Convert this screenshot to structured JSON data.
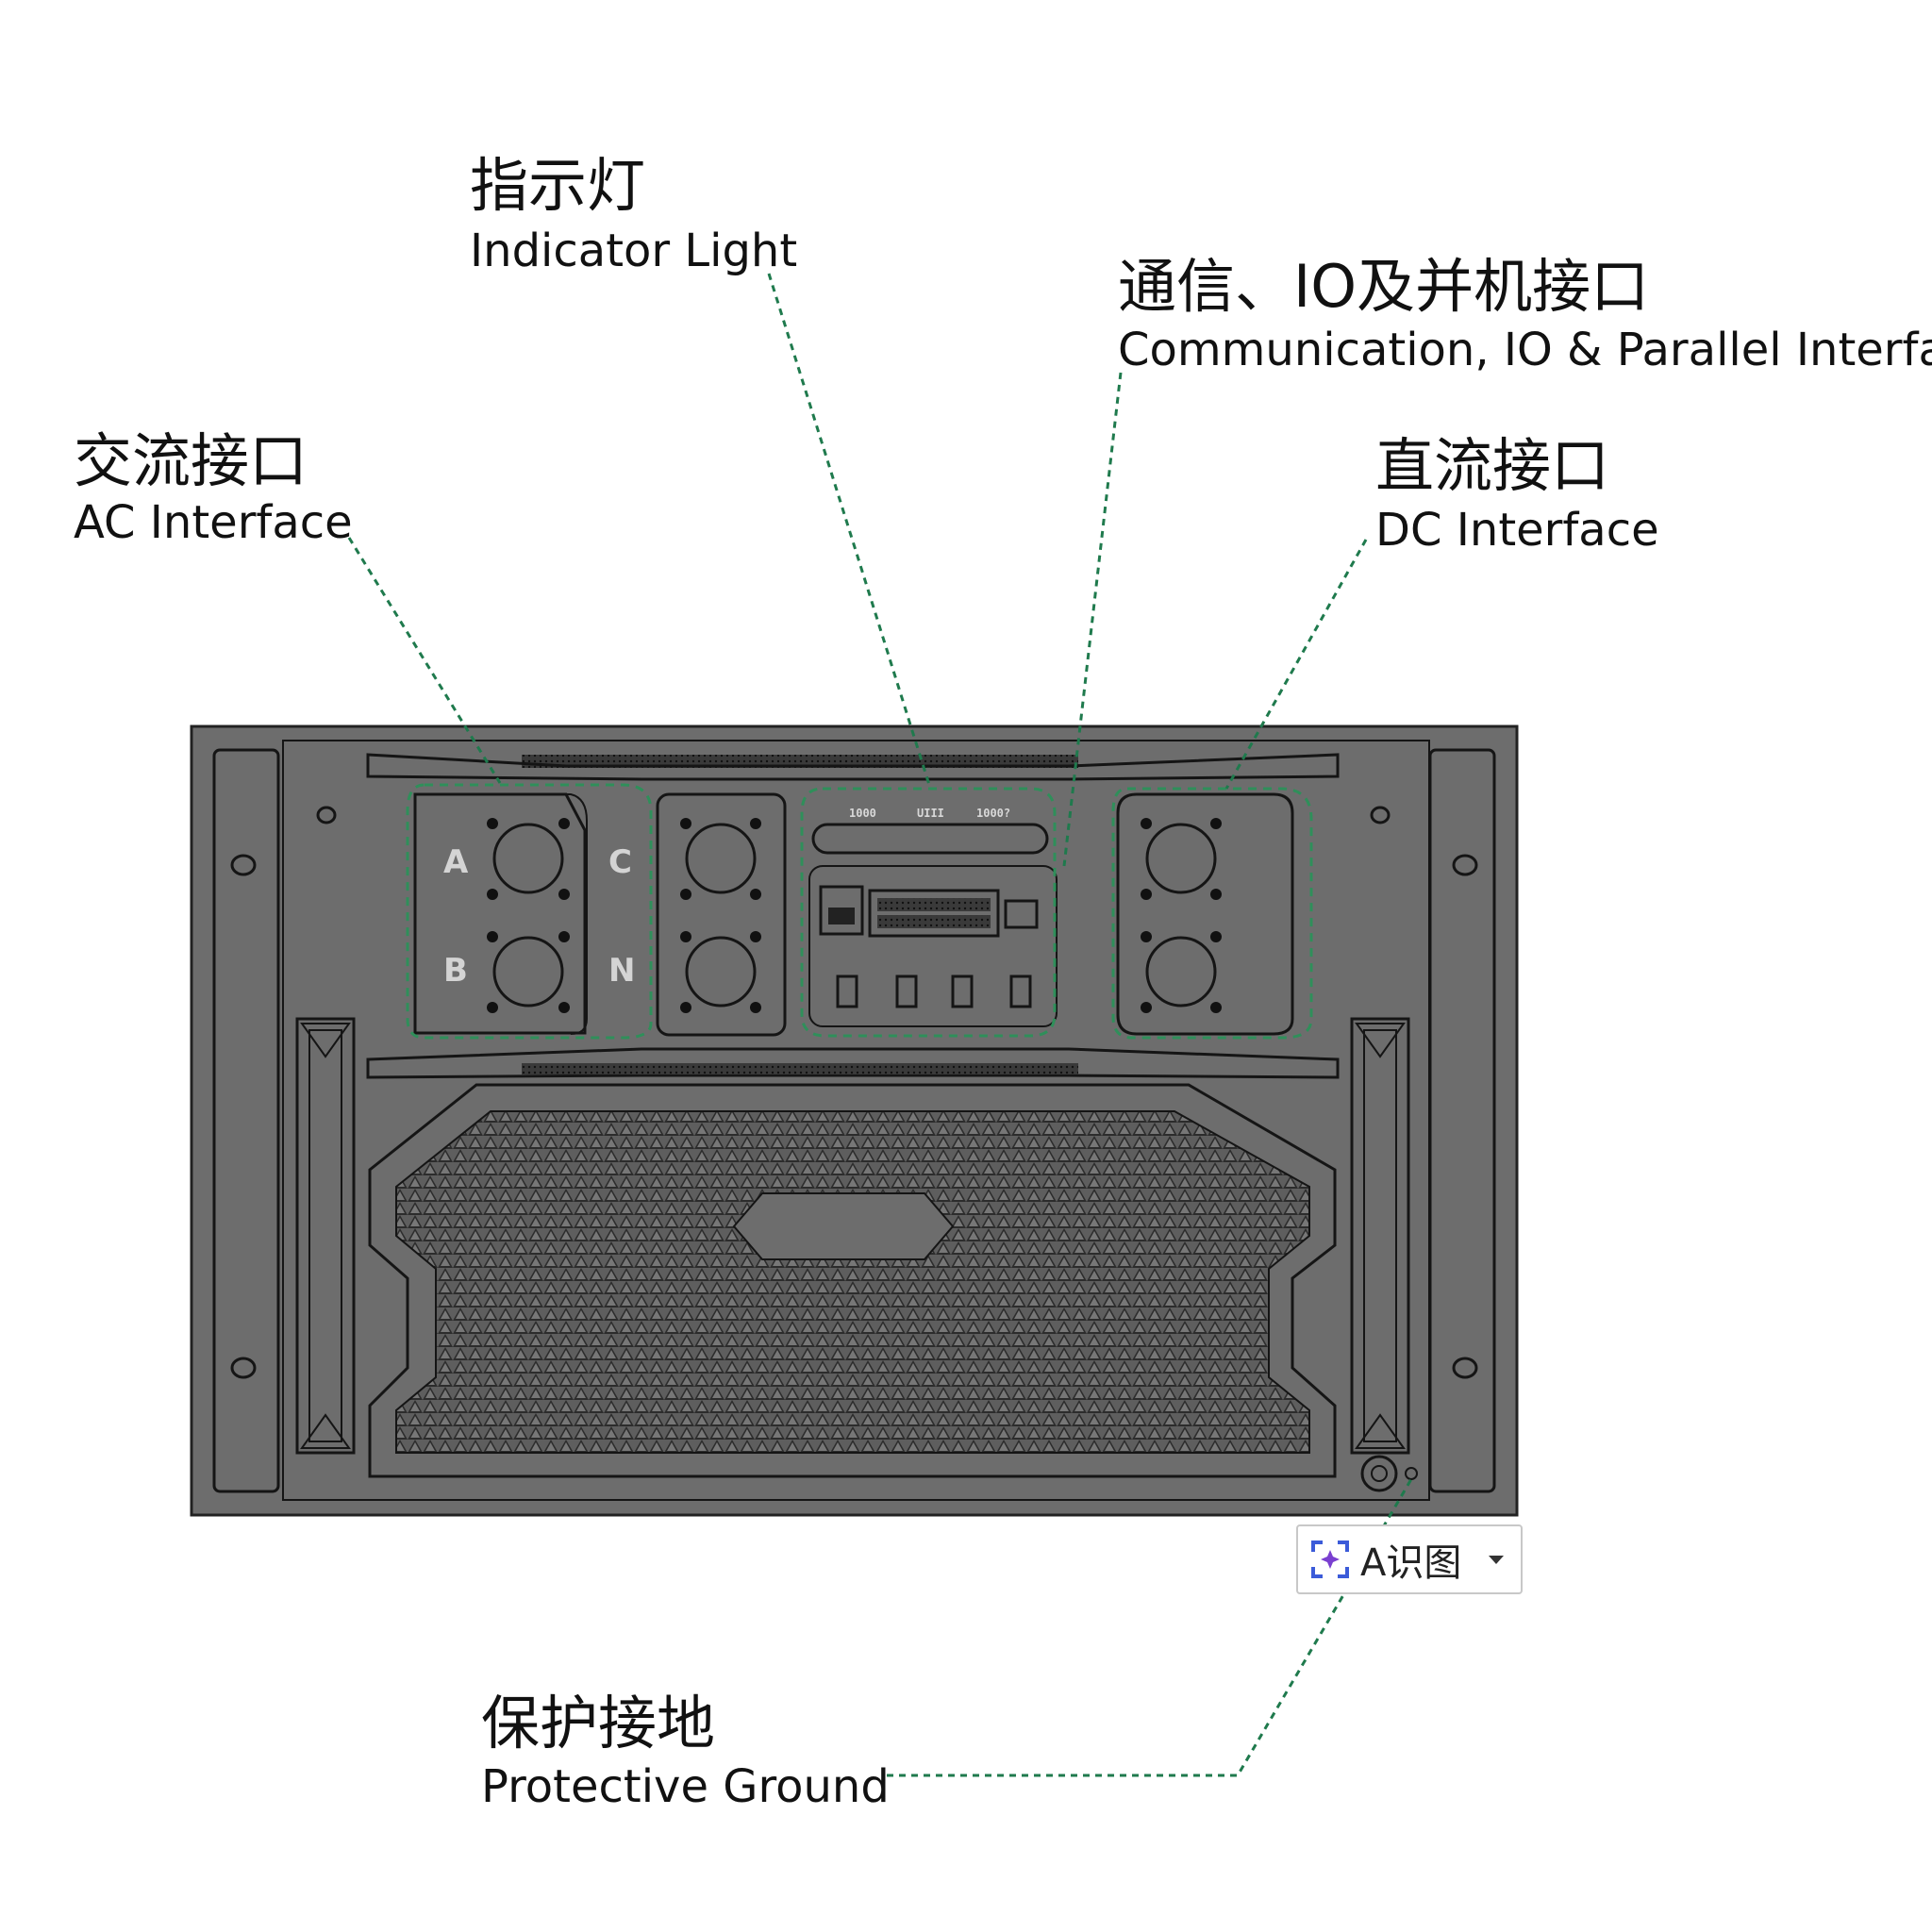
{
  "callouts": {
    "indicator": {
      "cn": "指示灯",
      "en": "Indicator Light"
    },
    "comm": {
      "cn": "通信、IO及并机接口",
      "en": "Communication, IO & Parallel Interface"
    },
    "ac": {
      "cn": "交流接口",
      "en": "AC Interface"
    },
    "dc": {
      "cn": "直流接口",
      "en": "DC Interface"
    },
    "ground": {
      "cn": "保护接地",
      "en": "Protective Ground"
    }
  },
  "ports": {
    "a": "A",
    "b": "B",
    "c": "C",
    "n": "N"
  },
  "indicators": [
    "1000",
    "UIII",
    "1000?"
  ],
  "ai_badge": {
    "label": "A识图",
    "icon": "scan-icon"
  },
  "colors": {
    "leader": "#1f7a4d",
    "panel": "#6d6d6d",
    "dark": "#151515"
  }
}
